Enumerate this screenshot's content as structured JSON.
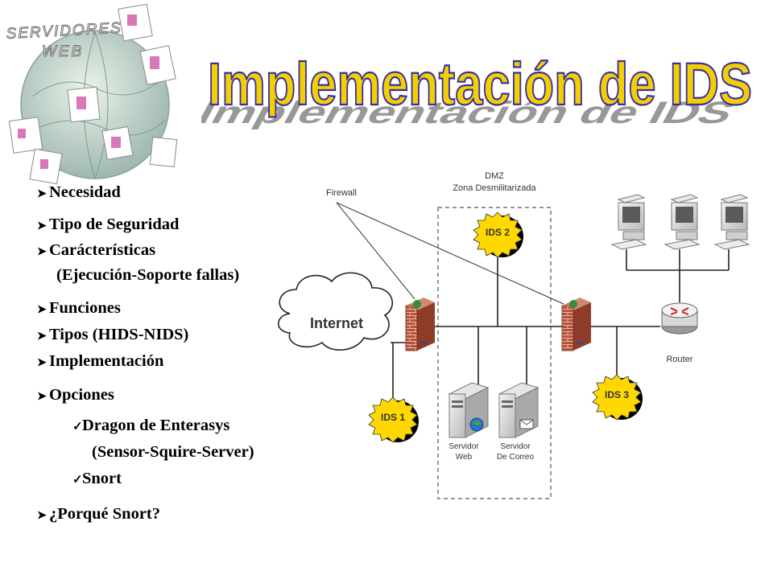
{
  "logo": {
    "line1": "SERVIDORES",
    "line2": "WEB"
  },
  "title": "Implementación de IDS",
  "bullets": [
    {
      "text": "Necesidad"
    },
    {
      "text": "Tipo de Seguridad"
    },
    {
      "text": "Carácterísticas"
    },
    {
      "text": "(Ejecución-Soporte fallas)"
    },
    {
      "text": "Funciones"
    },
    {
      "text": "Tipos (HIDS-NIDS)"
    },
    {
      "text": "Implementación"
    },
    {
      "text": "Opciones"
    },
    {
      "text": "Dragon de Enterasys"
    },
    {
      "text": "(Sensor-Squire-Server)"
    },
    {
      "text": "Snort"
    },
    {
      "text": "¿Porqué Snort?"
    }
  ],
  "diagram": {
    "dmz_title": "DMZ",
    "dmz_subtitle": "Zona Desmilitarizada",
    "firewall_label": "Firewall",
    "internet_label": "Internet",
    "router_label": "Router",
    "ids1": "IDS 1",
    "ids2": "IDS 2",
    "ids3": "IDS 3",
    "web_server_line1": "Servidor",
    "web_server_line2": "Web",
    "mail_server_line1": "Servidor",
    "mail_server_line2": "De Correo"
  },
  "colors": {
    "title_fill": "#f2d000",
    "title_stroke": "#3a2ea0",
    "ids_badge": "#ffd800",
    "firewall_brick": "#b5533a"
  }
}
